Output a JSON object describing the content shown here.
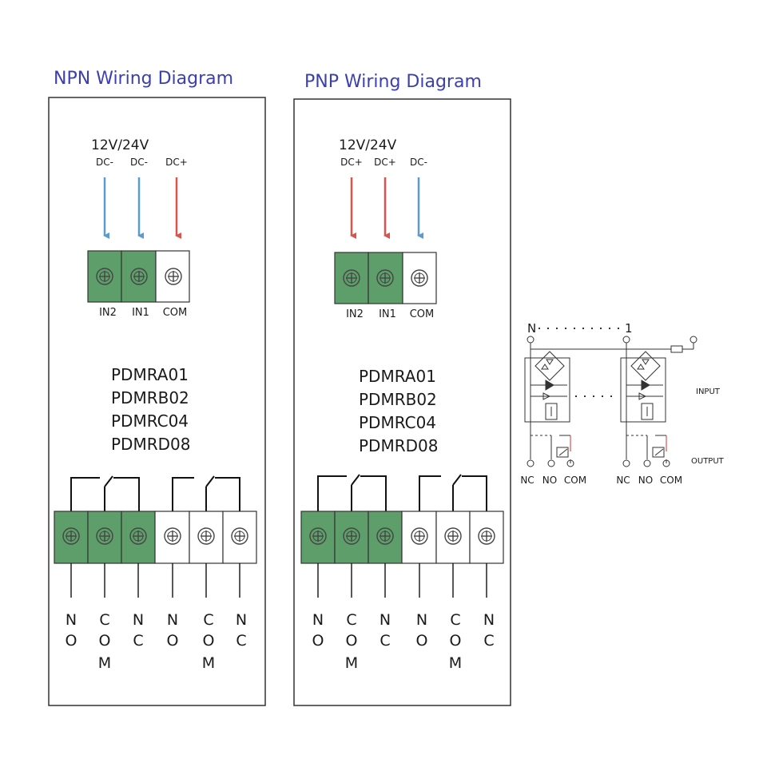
{
  "npn": {
    "title": "NPN Wiring Diagram",
    "voltage": "12V/24V",
    "inputs": [
      "DC-",
      "DC-",
      "DC+"
    ],
    "terminals": [
      "IN2",
      "IN1",
      "COM"
    ],
    "models": [
      "PDMRA01",
      "PDMRB02",
      "PDMRC04",
      "PDMRD08"
    ],
    "outputs": [
      "N O",
      "C O M",
      "N C",
      "N O",
      "C O M",
      "N C"
    ]
  },
  "pnp": {
    "title": "PNP Wiring Diagram",
    "voltage": "12V/24V",
    "inputs": [
      "DC+",
      "DC+",
      "DC-"
    ],
    "terminals": [
      "IN2",
      "IN1",
      "COM"
    ],
    "models": [
      "PDMRA01",
      "PDMRB02",
      "PDMRC04",
      "PDMRD08"
    ],
    "outputs": [
      "N O",
      "C O M",
      "N C",
      "N O",
      "C O M",
      "N C"
    ]
  },
  "schematic": {
    "channel_start": "N",
    "channel_end": "1",
    "input_label": "INPUT",
    "output_label": "OUTPUT",
    "contacts_left": [
      "NC",
      "NO",
      "COM"
    ],
    "contacts_right": [
      "NC",
      "NO",
      "COM"
    ]
  },
  "colors": {
    "title": "#3b3fb0",
    "terminal_green": "#5e9e6a",
    "arrow_blue": "#5b9bd0",
    "arrow_red": "#d9534f"
  }
}
